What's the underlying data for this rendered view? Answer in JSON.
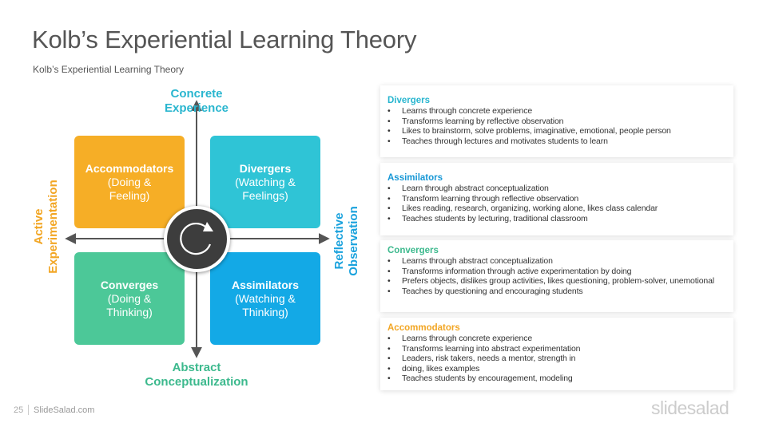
{
  "header": {
    "title": "Kolb’s Experiential Learning Theory",
    "subtitle": "Kolb’s Experiential Learning Theory"
  },
  "axes": {
    "top": [
      "Concrete",
      "Experience"
    ],
    "bottom": [
      "Abstract",
      "Conceptualization"
    ],
    "left": [
      "Active",
      "Experimentation"
    ],
    "right": [
      "Reflective",
      "Observation"
    ]
  },
  "quadrants": [
    {
      "title": "Accommodators",
      "lines": [
        "(Doing &",
        "Feeling)"
      ],
      "color": "#f6ae26"
    },
    {
      "title": "Divergers",
      "lines": [
        "(Watching &",
        "Feelings)"
      ],
      "color": "#2fc4d6"
    },
    {
      "title": "Converges",
      "lines": [
        "(Doing &",
        "Thinking)"
      ],
      "color": "#4cc898"
    },
    {
      "title": "Assimilators",
      "lines": [
        "(Watching &",
        "Thinking)"
      ],
      "color": "#13a9e6"
    }
  ],
  "center": {
    "icon": "cycle-arrow-icon"
  },
  "cards": [
    {
      "title": "Divergers",
      "items": [
        "Learns through concrete experience",
        "Transforms learning by reflective observation",
        "Likes to brainstorm, solve problems, imaginative, emotional, people person",
        "Teaches through lectures and motivates students to learn"
      ]
    },
    {
      "title": "Assimilators",
      "items": [
        "Learn through abstract conceptualization",
        "Transform learning through reflective observation",
        "Likes reading, research, organizing, working alone, likes class calendar",
        "Teaches students by lecturing, traditional classroom"
      ]
    },
    {
      "title": "Convergers",
      "items": [
        "Learns through abstract conceptualization",
        "Transforms information through active experimentation by doing",
        "Prefers objects, dislikes group activities, likes questioning, problem-solver, unemotional",
        "Teaches by questioning and encouraging students"
      ]
    },
    {
      "title": "Accommodators",
      "items": [
        "Learns through concrete experience",
        "Transforms learning into abstract experimentation",
        "Leaders, risk takers, needs a mentor, strength in",
        "doing, likes examples",
        "Teaches students by encouragement, modeling"
      ]
    }
  ],
  "footer": {
    "page_number": "25",
    "site": "SlideSalad.com",
    "logo": "slidesalad"
  }
}
